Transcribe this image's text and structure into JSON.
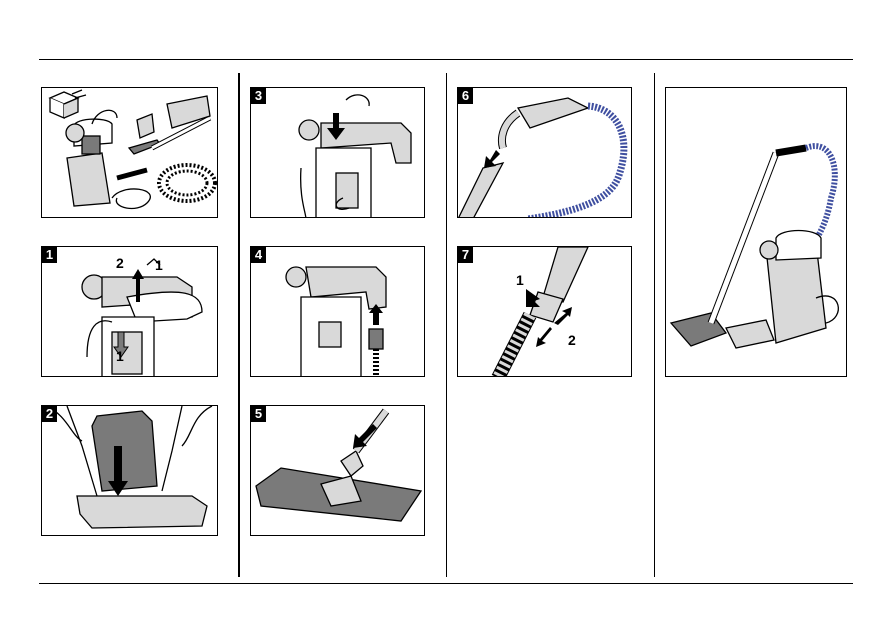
{
  "steps": {
    "s1": {
      "number": "1",
      "callout_a": "2",
      "callout_b": "1",
      "callout_c": "1"
    },
    "s2": {
      "number": "2"
    },
    "s3": {
      "number": "3"
    },
    "s4": {
      "number": "4"
    },
    "s5": {
      "number": "5"
    },
    "s6": {
      "number": "6"
    },
    "s7": {
      "number": "7",
      "callout_a": "1",
      "callout_b": "2"
    }
  },
  "colors": {
    "line": "#000000",
    "fill_gray": "#d9d9d9",
    "dark_gray": "#7a7a7a",
    "hose_blue": "#3f4fa0"
  },
  "icons": [
    "unbox-icon",
    "vacuum-parts-illustration",
    "vacuum-assembled-illustration"
  ]
}
